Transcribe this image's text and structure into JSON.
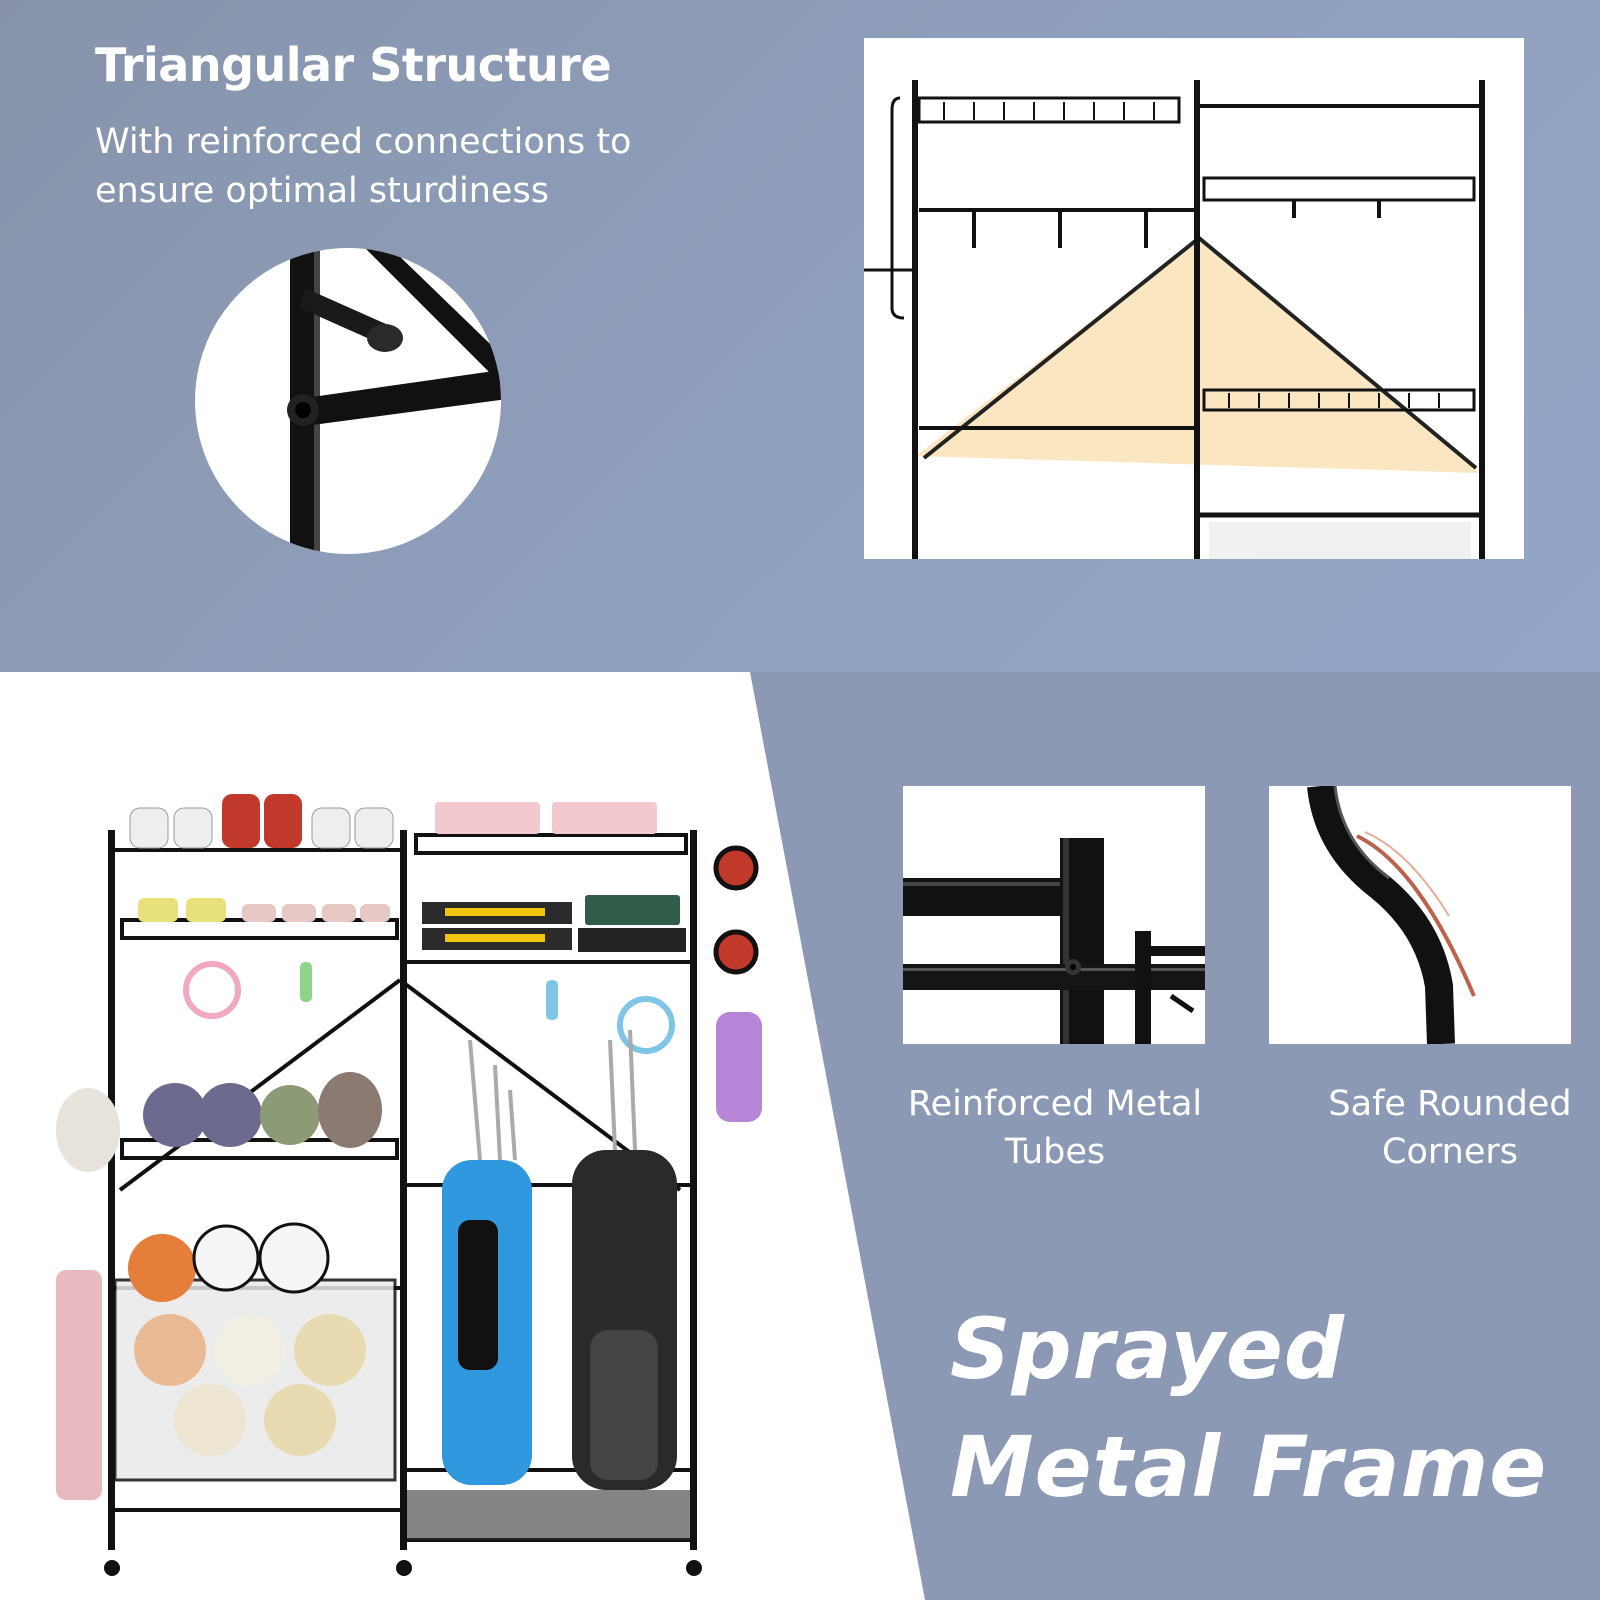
{
  "heading": {
    "title": "Triangular Structure",
    "subtitle": "With reinforced connections to ensure optimal sturdiness"
  },
  "features": [
    {
      "label": "Reinforced Metal Tubes"
    },
    {
      "label": "Safe Rounded Corners"
    }
  ],
  "tagline": {
    "line1": "Sprayed",
    "line2": "Metal Frame"
  },
  "colors": {
    "band": "#8b98b3",
    "triangle_highlight": "#fbe3bb",
    "frame": "#111111",
    "accent_line": "#b0452a"
  },
  "icons": [
    "connector-closeup-image",
    "rack-diagram-image",
    "tube-closeup-image",
    "rounded-corner-closeup-image",
    "storage-rack-product-image"
  ]
}
